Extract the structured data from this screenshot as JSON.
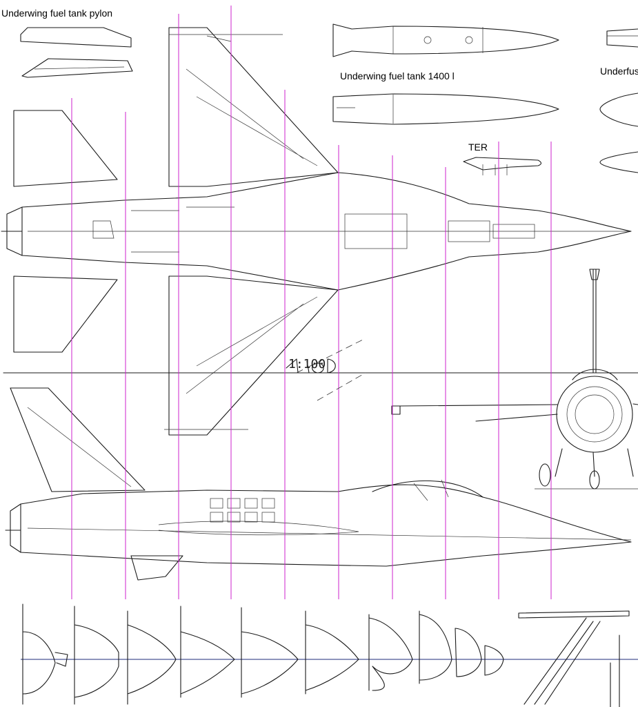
{
  "labels": {
    "pylon": "Underwing fuel tank pylon",
    "tank": "Underwing fuel tank 1400 l",
    "ter": "TER",
    "underfuselage": "Underfus",
    "scale_mark": "1:100"
  },
  "colors": {
    "line": "#1a1a1a",
    "station": "#cc22cc",
    "axis": "#1c2a7a",
    "background": "#ffffff"
  },
  "drawing": {
    "station_count": 10,
    "section_count": 10
  }
}
